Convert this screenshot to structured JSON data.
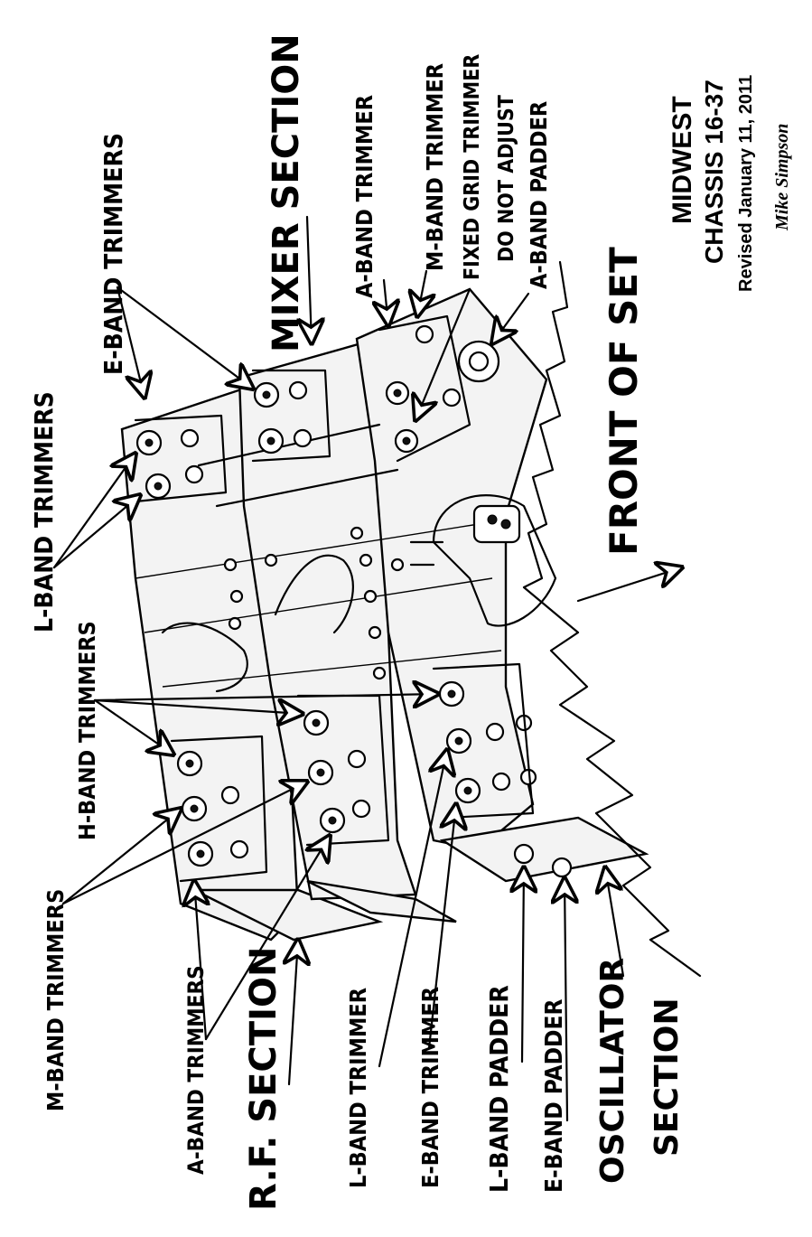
{
  "title_block": {
    "line1": "MIDWEST",
    "line2": "CHASSIS 16-37",
    "line3": "Revised January 11, 2011",
    "signature": "Mike Simpson"
  },
  "labels": {
    "l_band_trimmers_top": "L-BAND TRIMMERS",
    "e_band_trimmers_top": "E-BAND TRIMMERS",
    "mixer_section": "MIXER SECTION",
    "a_band_trimmer_top": "A-BAND TRIMMER",
    "m_band_trimmer_top": "M-BAND TRIMMER",
    "fixed_grid_trimmer": "FIXED GRID TRIMMER",
    "do_not_adjust": "DO NOT ADJUST",
    "a_band_padder": "A-BAND PADDER",
    "front_of_set": "FRONT OF SET",
    "h_band_trimmers": "H-BAND TRIMMERS",
    "m_band_trimmers": "M-BAND TRIMMERS",
    "a_band_trimmers": "A-BAND TRIMMERS",
    "rf_section": "R.F. SECTION",
    "l_band_trimmer_bottom": "L-BAND TRIMMER",
    "e_band_trimmer_bottom": "E-BAND TRIMMER",
    "l_band_padder": "L-BAND PADDER",
    "e_band_padder": "E-BAND PADDER",
    "oscillator_section_1": "OSCILLATOR",
    "oscillator_section_2": "SECTION"
  }
}
